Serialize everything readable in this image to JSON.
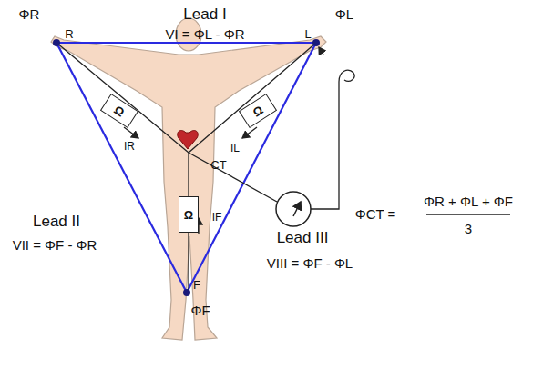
{
  "diagram": {
    "nodes": [
      {
        "text": [
          "Ω"
        ]
      },
      {
        "text": [
          "Ω"
        ]
      },
      {
        "text": [
          "Ω"
        ]
      }
    ],
    "labels": [
      "Lead I",
      "VI = ΦL - ΦR",
      "ΦR",
      "R",
      "ΦL",
      "L",
      "IR",
      "IL",
      "CT",
      "IF",
      "ΦCT =",
      "ΦR + ΦL + ΦF",
      "3",
      "Lead II",
      "VII = ΦF - ΦR",
      "Lead III",
      "VIII = ΦF - ΦL",
      "F",
      "ΦF"
    ]
  }
}
